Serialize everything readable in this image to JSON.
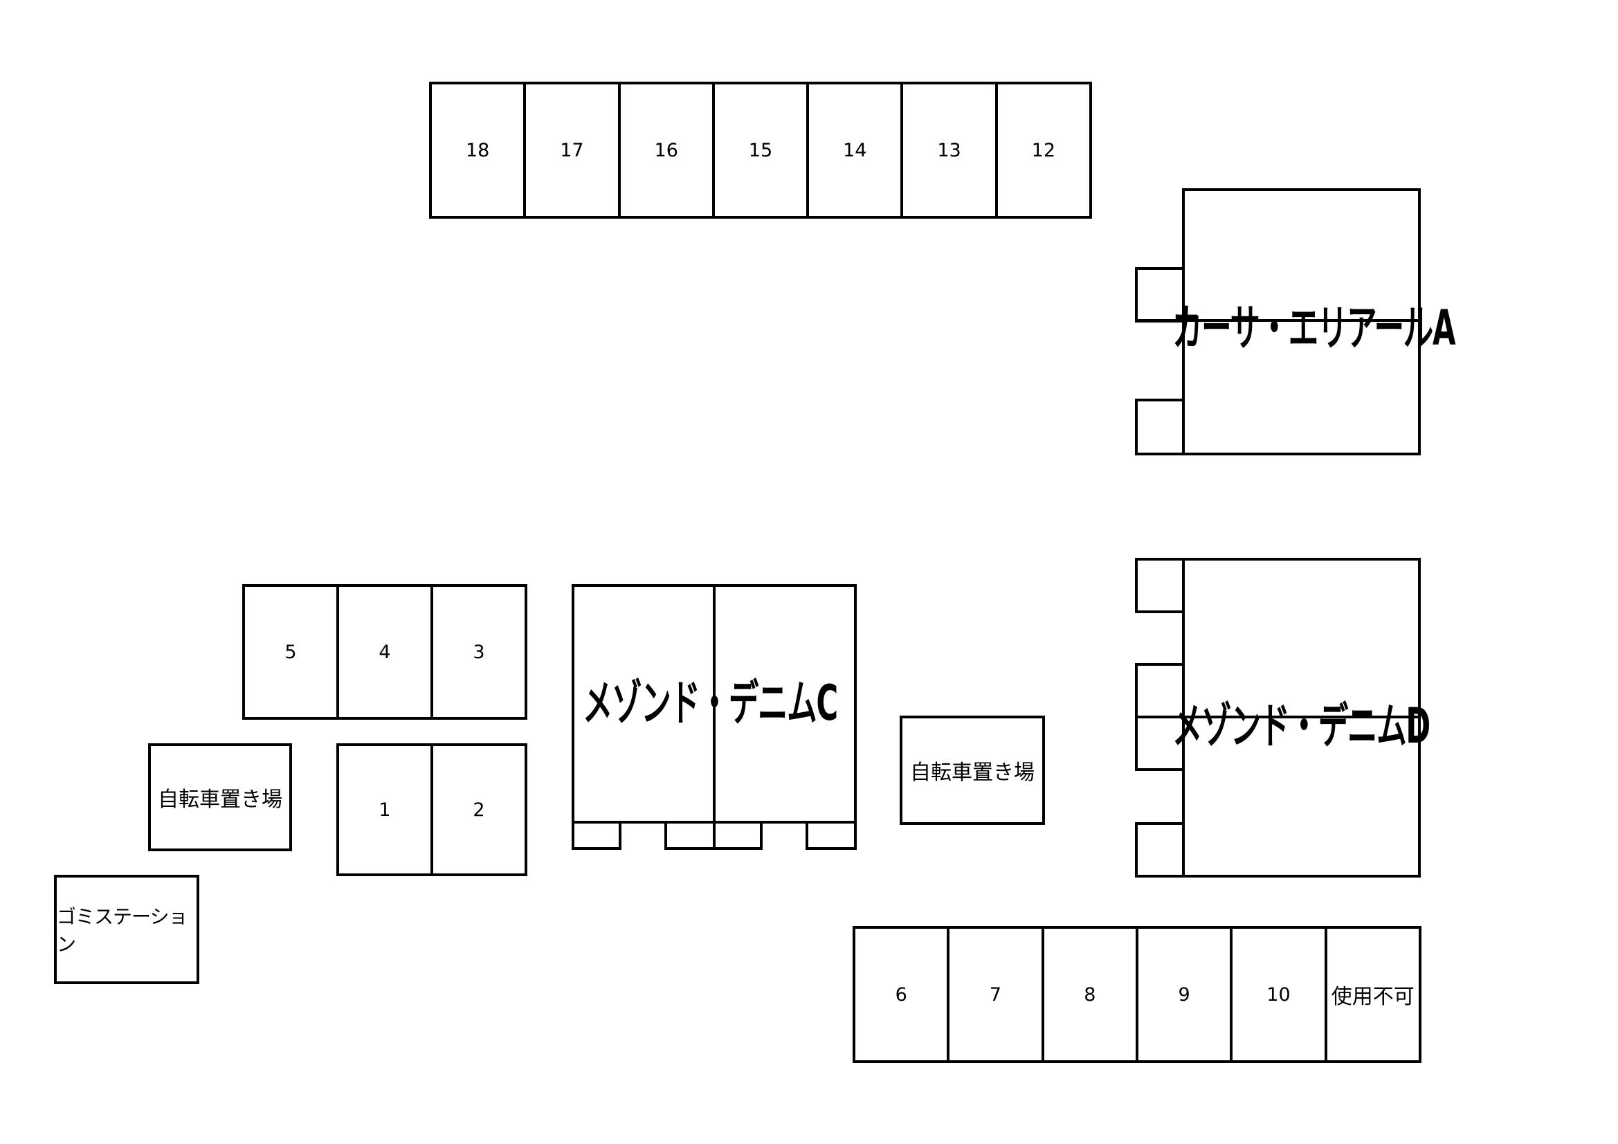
{
  "stalls_top": [
    "18",
    "17",
    "16",
    "15",
    "14",
    "13",
    "12"
  ],
  "stalls_left_top": [
    "5",
    "4",
    "3"
  ],
  "stalls_left_bottom": [
    "1",
    "2"
  ],
  "stalls_bottom_right": [
    "6",
    "7",
    "8",
    "9",
    "10",
    "使用不可"
  ],
  "buildings": {
    "a": "カーサ・エリアールA",
    "c": "メゾンド・デニムC",
    "d": "メゾンド・デニムD"
  },
  "bike_parking_left": "自転車置き場",
  "bike_parking_center": "自転車置き場",
  "garbage_station": "ゴミステーション"
}
